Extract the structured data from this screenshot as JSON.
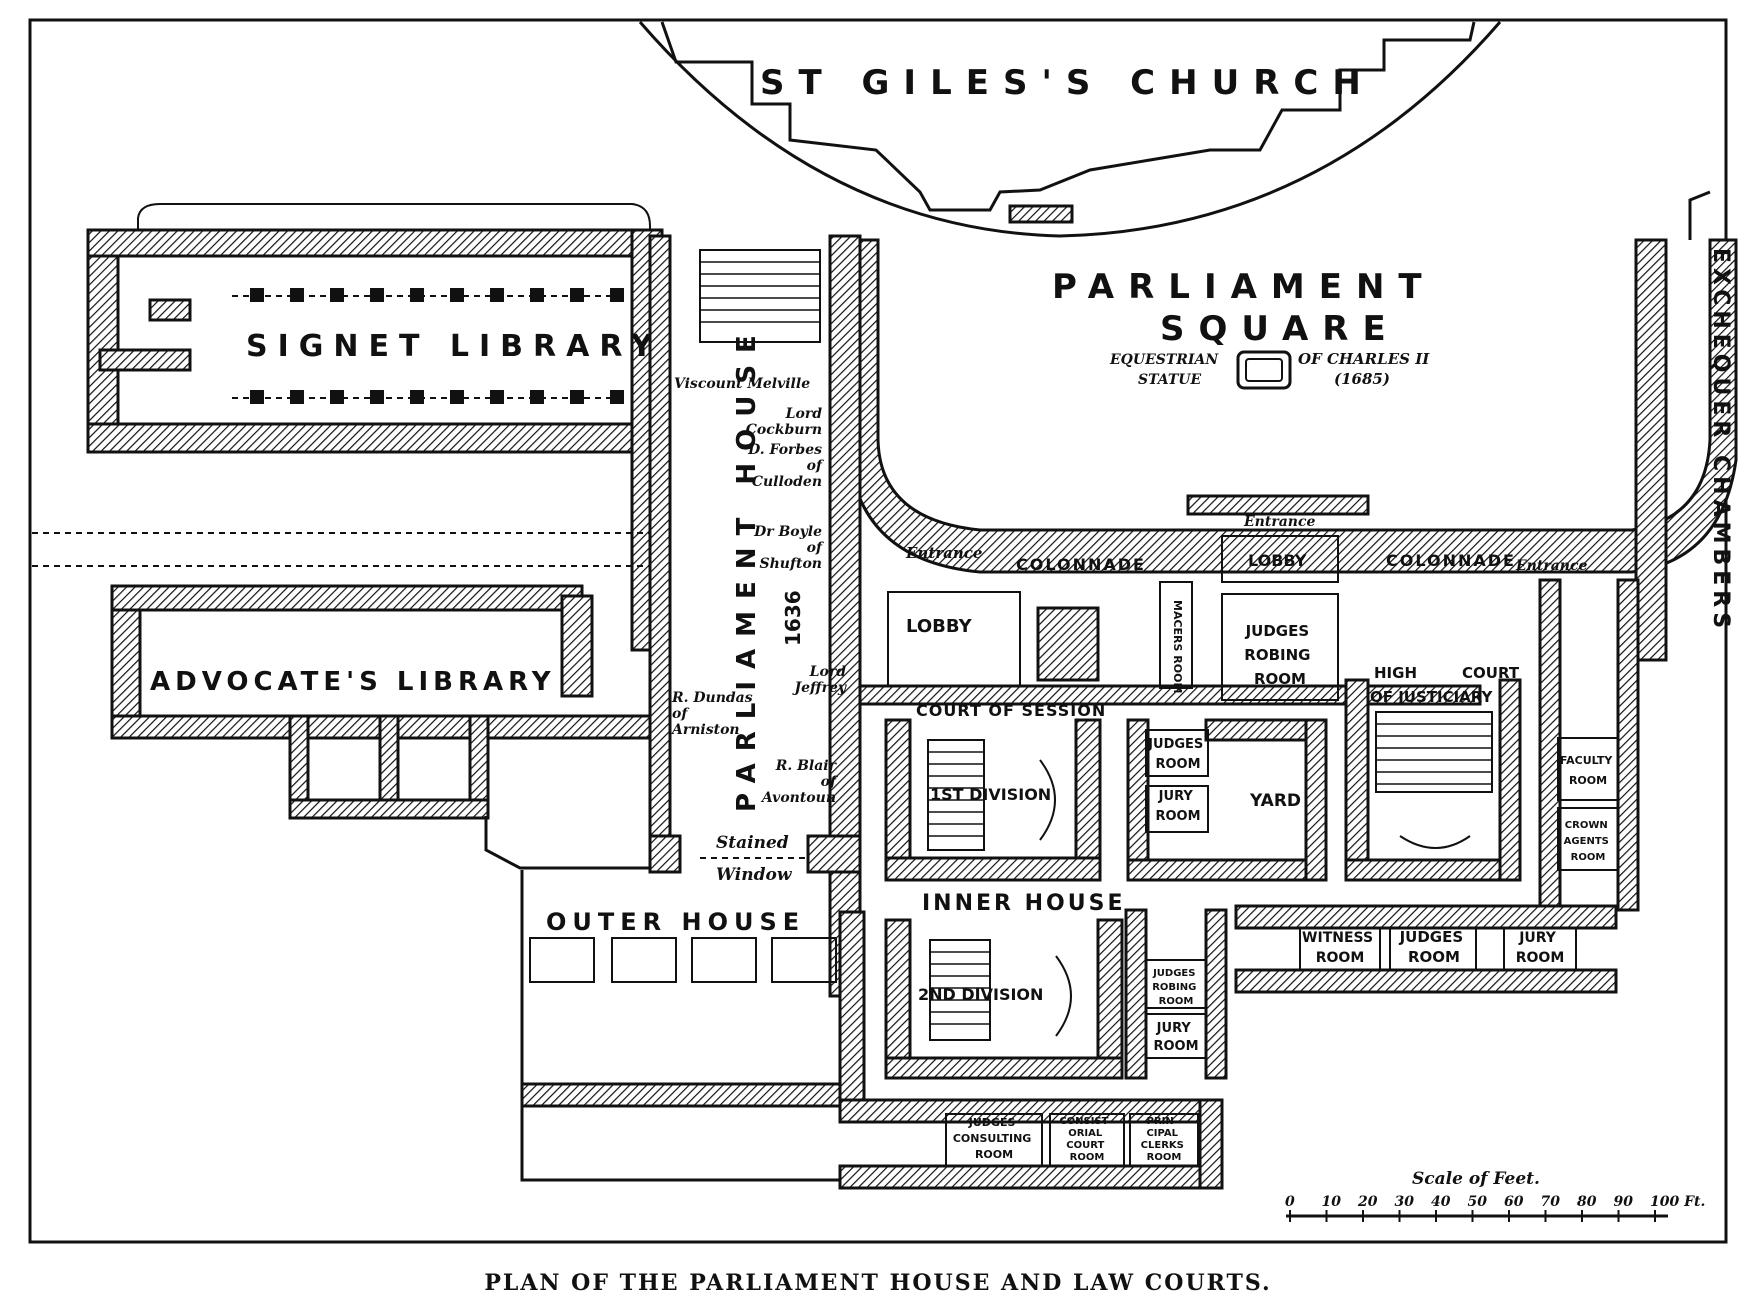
{
  "labels": {
    "church": "ST GILES'S CHURCH",
    "square_line1": "PARLIAMENT",
    "square_line2": "SQUARE",
    "statue_left1": "EQUESTRIAN",
    "statue_left2": "STATUE",
    "statue_right1": "OF CHARLES II",
    "statue_right2": "(1685)",
    "exchequer": "EXCHEQUER CHAMBERS",
    "signet": "SIGNET LIBRARY",
    "advocates": "ADVOCATE'S LIBRARY",
    "parliament_house": "PARLIAMENT HOUSE",
    "year_1636": "1636",
    "outer_house": "OUTER HOUSE",
    "inner_house": "INNER HOUSE",
    "court_of_session": "COURT OF SESSION",
    "first_division": "1ST DIVISION",
    "second_division": "2ND DIVISION",
    "lobby_1": "LOBBY",
    "lobby_2": "LOBBY",
    "colonnade_1": "COLONNADE",
    "colonnade_2": "COLONNADE",
    "entrance_1": "Entrance",
    "entrance_2": "Entrance",
    "entrance_3": "Entrance",
    "macers_room": "MACERS ROOM",
    "judges_robing_room": [
      "JUDGES",
      "ROBING",
      "ROOM"
    ],
    "high_court_1": "HIGH",
    "high_court_2": "COURT",
    "justiciary": "OF JUSTICIARY",
    "judges_room_1": [
      "JUDGES",
      "ROOM"
    ],
    "jury_room_1": [
      "JURY",
      "ROOM"
    ],
    "yard": "YARD",
    "faculty_room": [
      "FACULTY",
      "ROOM"
    ],
    "crown_agents_room": [
      "CROWN",
      "AGENTS",
      "ROOM"
    ],
    "witness_room": [
      "WITNESS",
      "ROOM"
    ],
    "judges_room_2": [
      "JUDGES",
      "ROOM"
    ],
    "jury_room_2": [
      "JURY",
      "ROOM"
    ],
    "judges_robing_room_2": [
      "JUDGES",
      "ROBING",
      "ROOM"
    ],
    "jury_room_3": [
      "JURY",
      "ROOM"
    ],
    "judges_consulting_room": [
      "JUDGES",
      "CONSULTING",
      "ROOM"
    ],
    "consistorial_court_room": [
      "CONSIST-",
      "ORIAL",
      "COURT",
      "ROOM"
    ],
    "principal_clerks_room": [
      "PRIN-",
      "CIPAL",
      "CLERKS",
      "ROOM"
    ],
    "stained_window_1": "Stained",
    "stained_window_2": "Window"
  },
  "statues": [
    {
      "lines": [
        "Viscount Melville"
      ]
    },
    {
      "lines": [
        "Lord",
        "Cockburn"
      ]
    },
    {
      "lines": [
        "D. Forbes",
        "of",
        "Culloden"
      ]
    },
    {
      "lines": [
        "Dr Boyle",
        "of",
        "Shufton"
      ]
    },
    {
      "lines": [
        "Lord",
        "Jeffrey"
      ]
    },
    {
      "lines": [
        "R. Dundas",
        "of",
        "Arniston"
      ]
    },
    {
      "lines": [
        "R. Blair",
        "of",
        "Avontoun"
      ]
    }
  ],
  "scale": {
    "title": "Scale of Feet.",
    "ticks": [
      "0",
      "10",
      "20",
      "30",
      "40",
      "50",
      "60",
      "70",
      "80",
      "90",
      "100 Ft."
    ]
  },
  "caption": "PLAN OF THE PARLIAMENT HOUSE AND LAW COURTS."
}
